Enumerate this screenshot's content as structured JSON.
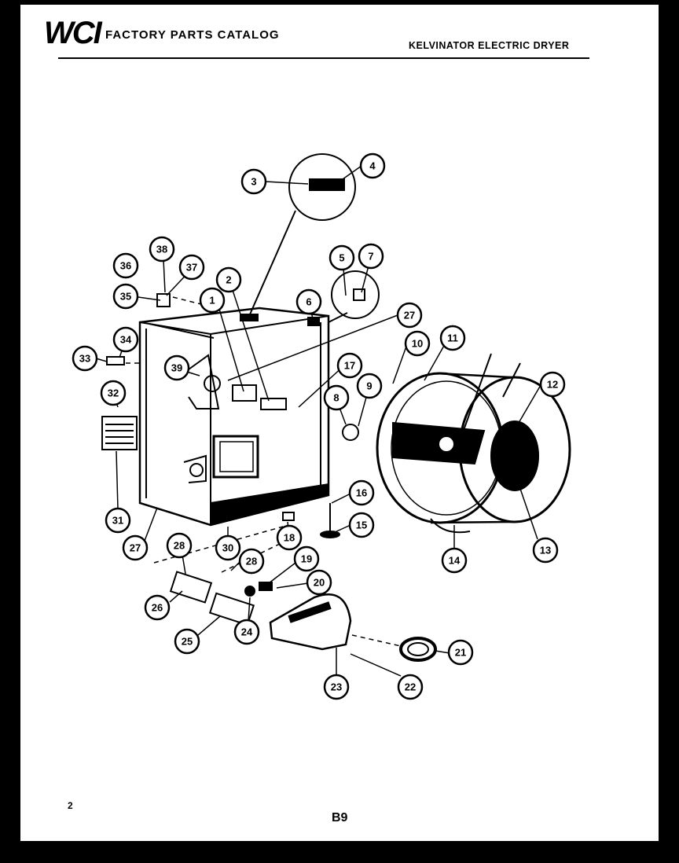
{
  "header": {
    "logo": "WCI",
    "title": "FACTORY PARTS CATALOG",
    "right_title": "KELVINATOR ELECTRIC DRYER"
  },
  "footer": {
    "page_number": "2",
    "page_code": "B9"
  },
  "callouts": [
    {
      "id": "c3",
      "label": "3"
    },
    {
      "id": "c4",
      "label": "4"
    },
    {
      "id": "c38",
      "label": "38"
    },
    {
      "id": "c36",
      "label": "36"
    },
    {
      "id": "c37",
      "label": "37"
    },
    {
      "id": "c35",
      "label": "35"
    },
    {
      "id": "c2",
      "label": "2"
    },
    {
      "id": "c1",
      "label": "1"
    },
    {
      "id": "c5",
      "label": "5"
    },
    {
      "id": "c7",
      "label": "7"
    },
    {
      "id": "c6",
      "label": "6"
    },
    {
      "id": "c27a",
      "label": "27"
    },
    {
      "id": "c10",
      "label": "10"
    },
    {
      "id": "c11",
      "label": "11"
    },
    {
      "id": "c34",
      "label": "34"
    },
    {
      "id": "c33",
      "label": "33"
    },
    {
      "id": "c39",
      "label": "39"
    },
    {
      "id": "c17",
      "label": "17"
    },
    {
      "id": "c9",
      "label": "9"
    },
    {
      "id": "c8",
      "label": "8"
    },
    {
      "id": "c12",
      "label": "12"
    },
    {
      "id": "c32",
      "label": "32"
    },
    {
      "id": "c31",
      "label": "31"
    },
    {
      "id": "c16",
      "label": "16"
    },
    {
      "id": "c15",
      "label": "15"
    },
    {
      "id": "c18",
      "label": "18"
    },
    {
      "id": "c27b",
      "label": "27"
    },
    {
      "id": "c30",
      "label": "30"
    },
    {
      "id": "c28a",
      "label": "28"
    },
    {
      "id": "c28b",
      "label": "28"
    },
    {
      "id": "c19",
      "label": "19"
    },
    {
      "id": "c20",
      "label": "20"
    },
    {
      "id": "c14",
      "label": "14"
    },
    {
      "id": "c13",
      "label": "13"
    },
    {
      "id": "c26",
      "label": "26"
    },
    {
      "id": "c25",
      "label": "25"
    },
    {
      "id": "c24",
      "label": "24"
    },
    {
      "id": "c21",
      "label": "21"
    },
    {
      "id": "c23",
      "label": "23"
    },
    {
      "id": "c22",
      "label": "22"
    }
  ]
}
